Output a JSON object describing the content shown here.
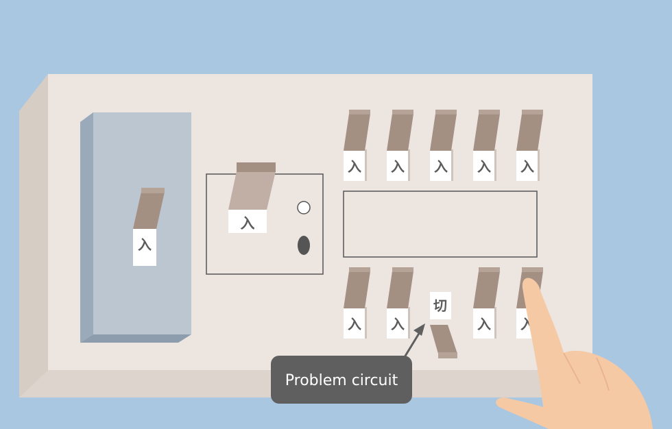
{
  "main_breaker": {
    "label": "入"
  },
  "leakage_breaker": {
    "label": "入"
  },
  "upper_branch_breakers": [
    {
      "label": "入"
    },
    {
      "label": "入"
    },
    {
      "label": "入"
    },
    {
      "label": "入"
    },
    {
      "label": "入"
    }
  ],
  "lower_branch_breakers": [
    {
      "label": "入"
    },
    {
      "label": "入"
    },
    {
      "label": "切"
    },
    {
      "label": "入"
    },
    {
      "label": "入"
    }
  ],
  "callout": {
    "text": "Problem circuit"
  },
  "colors": {
    "background": "#a9c7e1",
    "panel": "#ece5e0",
    "panel_side": "#d6cdc4",
    "switch": "#a48f83",
    "switch_top": "#b5a398",
    "callout": "#5f5f5f",
    "hand": "#f6c9a5"
  }
}
